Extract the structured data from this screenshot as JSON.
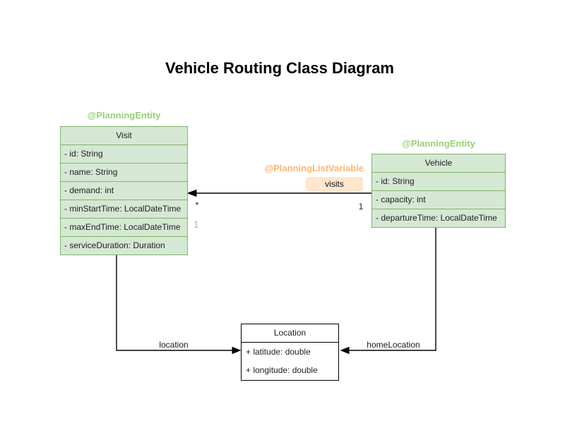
{
  "title": "Vehicle Routing Class Diagram",
  "classes": {
    "visit": {
      "annotation": "@PlanningEntity",
      "name": "Visit",
      "attributes": [
        "- id: String",
        "- name: String",
        "- demand: int",
        "- minStartTime: LocalDateTime",
        "- maxEndTime: LocalDateTime",
        "- serviceDuration: Duration"
      ]
    },
    "vehicle": {
      "annotation": "@PlanningEntity",
      "name": "Vehicle",
      "attributes": [
        "- id: String",
        "- capacity: int",
        "- departureTime: LocalDateTime"
      ]
    },
    "location": {
      "name": "Location",
      "attributes": [
        "+ latitude: double",
        "+ longitude: double"
      ]
    }
  },
  "edges": {
    "visits": {
      "annotation": "@PlanningListVariable",
      "label": "visits",
      "multiplicity_visit_side": "*",
      "multiplicity_vehicle_side": "1",
      "index_label": "1"
    },
    "location_edge": {
      "label": "location"
    },
    "home_location_edge": {
      "label": "homeLocation"
    }
  },
  "colors": {
    "entity_fill": "#d5e8d4",
    "entity_stroke": "#82b366",
    "annotation_green": "#97d077",
    "annotation_orange": "#ffb570",
    "visits_label_bg": "#ffe6cc",
    "index_label_color": "#b3a2c7",
    "plain_class_stroke": "#000000",
    "edge_color": "#000000"
  }
}
